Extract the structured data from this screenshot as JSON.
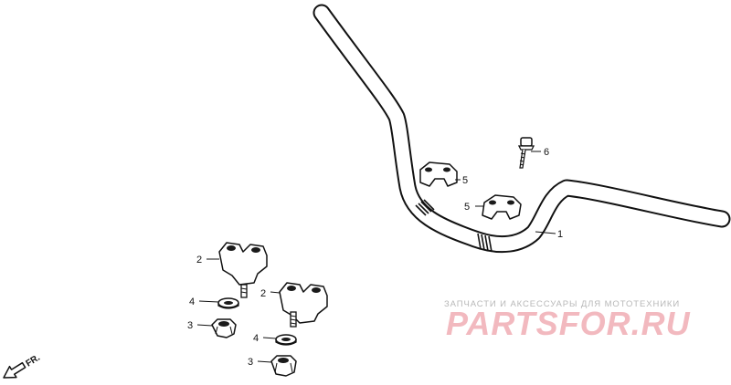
{
  "callouts": {
    "p1": "1",
    "p2a": "2",
    "p2b": "2",
    "p3a": "3",
    "p3b": "3",
    "p4a": "4",
    "p4b": "4",
    "p5a": "5",
    "p5b": "5",
    "p6": "6"
  },
  "direction_label": "FR.",
  "watermark": {
    "caption": "ЗАПЧАСТИ И АКСЕССУАРЫ ДЛЯ МОТОТЕХНИКИ",
    "logo": "PARTSFOR.RU"
  }
}
